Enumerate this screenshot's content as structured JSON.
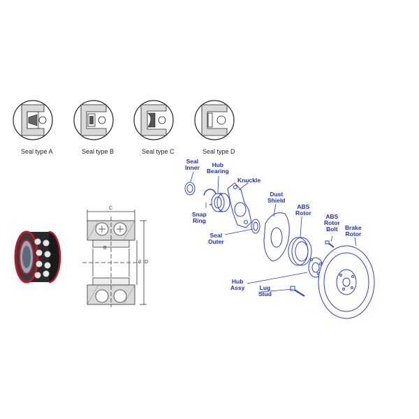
{
  "seal_types": [
    {
      "label": "Seal type A"
    },
    {
      "label": "Seal type B"
    },
    {
      "label": "Seal type C"
    },
    {
      "label": "Seal type D"
    }
  ],
  "dimension_labels": {
    "c": "C",
    "b": "B",
    "d": "d",
    "D": "D"
  },
  "parts": {
    "seal_inner": "Seal\nInner",
    "hub_bearing": "Hub\nBearing",
    "knuckle": "Knuckle",
    "dust_shield": "Dust\nShield",
    "abs_rotor": "ABS\nRotor",
    "snap_ring": "Snap\nRing",
    "seal_outer": "Seal\nOuter",
    "abs_rotor_bolt": "ABS\nRotor\nBolt",
    "brake_rotor": "Brake\nRotor",
    "hub_assy": "Hub\nAssy",
    "lug_stud": "Lug\nStud"
  },
  "colors": {
    "label_blue": "#1f2fd0",
    "line_blue": "#2a3fd6",
    "bearing_red": "#c0182a"
  }
}
